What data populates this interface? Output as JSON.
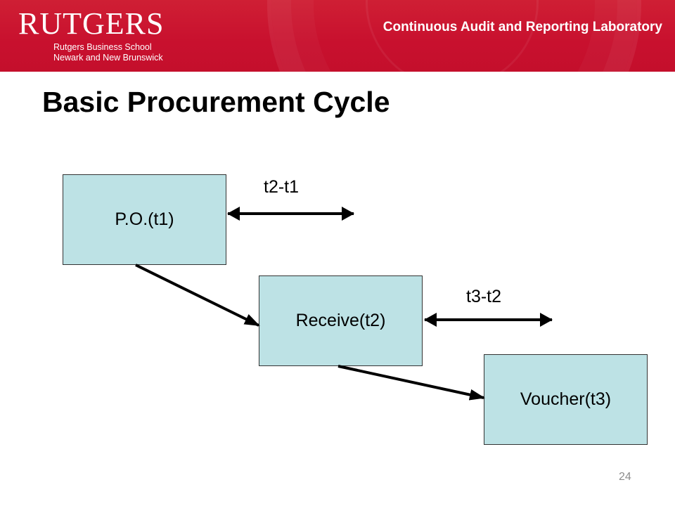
{
  "header": {
    "logo": {
      "name": "RUTGERS",
      "school_line1": "Rutgers Business School",
      "school_line2": "Newark and New Brunswick"
    },
    "lab_name": "Continuous Audit and Reporting Laboratory",
    "background_color": "#c8102e"
  },
  "slide": {
    "title": "Basic Procurement Cycle",
    "page_number": "24"
  },
  "diagram": {
    "box_color": "#bde2e5",
    "nodes": [
      {
        "id": "po",
        "label": "P.O.(t1)"
      },
      {
        "id": "receive",
        "label": "Receive(t2)"
      },
      {
        "id": "voucher",
        "label": "Voucher(t3)"
      }
    ],
    "intervals": [
      {
        "label": "t2-t1"
      },
      {
        "label": "t3-t2"
      }
    ]
  }
}
